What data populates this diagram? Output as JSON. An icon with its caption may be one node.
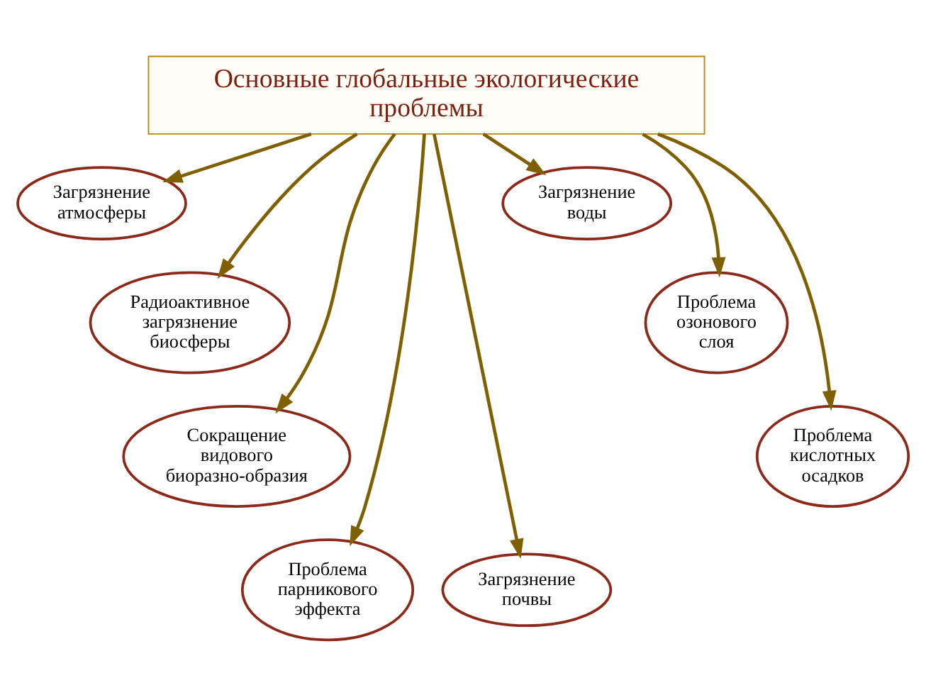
{
  "diagram": {
    "nodes": [
      {
        "text": [
          "Основные глобальные экологические проблемы"
        ]
      },
      {
        "text": [
          "Загрязнение атмосферы"
        ]
      },
      {
        "text": [
          "Радиоактивное загрязнение биосферы"
        ]
      },
      {
        "text": [
          "Сокращение видового биоразно-образия"
        ]
      },
      {
        "text": [
          "Проблема парникового эффекта"
        ]
      },
      {
        "text": [
          "Загрязнение почвы"
        ]
      },
      {
        "text": [
          "Загрязнение воды"
        ]
      },
      {
        "text": [
          "Проблема озонового слоя"
        ]
      },
      {
        "text": [
          "Проблема кислотных осадков"
        ]
      }
    ],
    "edges": [
      {
        "from": 0,
        "to": 1,
        "arrow": "to"
      },
      {
        "from": 0,
        "to": 2,
        "arrow": "to"
      },
      {
        "from": 0,
        "to": 3,
        "arrow": "to"
      },
      {
        "from": 0,
        "to": 4,
        "arrow": "to"
      },
      {
        "from": 0,
        "to": 5,
        "arrow": "to"
      },
      {
        "from": 0,
        "to": 6,
        "arrow": "to"
      },
      {
        "from": 0,
        "to": 7,
        "arrow": "to"
      },
      {
        "from": 0,
        "to": 8,
        "arrow": "to"
      }
    ]
  }
}
